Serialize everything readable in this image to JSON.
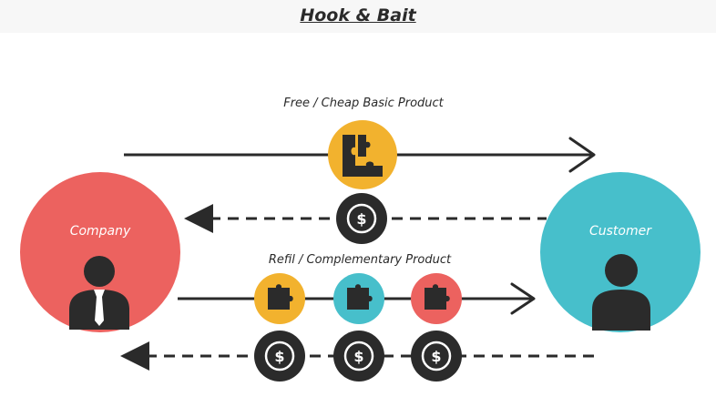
{
  "title": "Hook & Bait",
  "flows": {
    "hook_label": "Free / Cheap Basic Product",
    "refill_label": "Refil / Complementary Product"
  },
  "nodes": {
    "company": {
      "label": "Company",
      "color": "#ec625f"
    },
    "customer": {
      "label": "Customer",
      "color": "#47bfcb"
    }
  },
  "icons": {
    "money": "dollar-coin-icon",
    "product": "puzzle-piece-icon",
    "person": "person-icon"
  },
  "colors": {
    "dark": "#2b2b2b",
    "yellow": "#f2b22e",
    "teal": "#47bfcb",
    "red": "#ec625f",
    "line": "#2a2a2a"
  }
}
